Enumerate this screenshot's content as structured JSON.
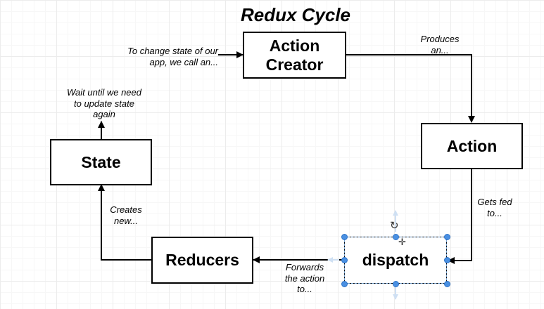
{
  "title": "Redux Cycle",
  "boxes": {
    "action_creator": "Action Creator",
    "action": "Action",
    "dispatch": "dispatch",
    "reducers": "Reducers",
    "state": "State"
  },
  "edge_labels": {
    "to_change_state": "To change state of our app, we call an...",
    "produces": "Produces an...",
    "gets_fed": "Gets fed to...",
    "forwards": "Forwards the action to...",
    "creates": "Creates new...",
    "wait_until": "Wait until we need to update state again"
  },
  "selection": {
    "selected_node": "dispatch",
    "handle_color": "#4a90e2"
  },
  "icons": {
    "rotate": "rotate-icon",
    "move": "move-icon"
  }
}
